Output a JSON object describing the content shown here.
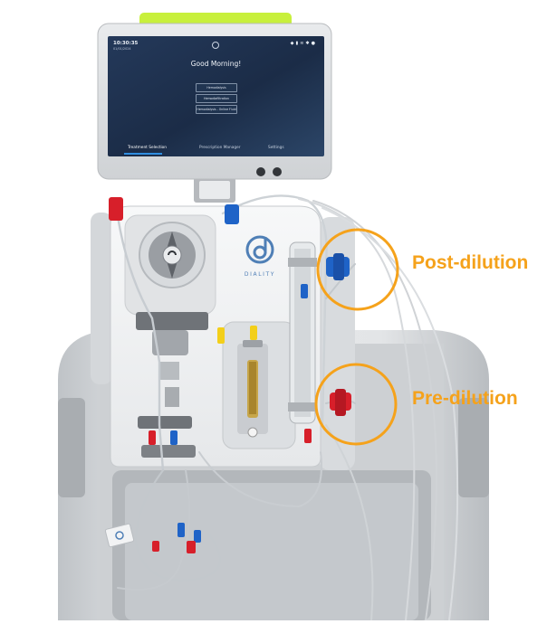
{
  "screen": {
    "time": "10:30:35",
    "date": "01/01/2024",
    "greeting": "Good Morning!",
    "menu_items": [
      "Hemodialysis",
      "Hemodiafiltration",
      "Hemodialysis - Online Fluid"
    ],
    "tabs": [
      "Treatment Selection",
      "Prescription Manager",
      "Settings"
    ],
    "status_icons": [
      "wifi-icon",
      "battery-icon",
      "signal-icon",
      "gear-icon",
      "power-icon"
    ]
  },
  "brand": {
    "name": "DIALITY",
    "color": "#4f7fb6"
  },
  "callouts": [
    {
      "label": "Post-dilution",
      "color": "#f5a21b"
    },
    {
      "label": "Pre-dilution",
      "color": "#f5a21b"
    }
  ],
  "colors": {
    "status_light": "#c8f03c",
    "screen_bg": "#1c2e4a",
    "connector_red": "#d71f2a",
    "connector_blue": "#1f63c7",
    "connector_yellow": "#f3cf1a"
  }
}
